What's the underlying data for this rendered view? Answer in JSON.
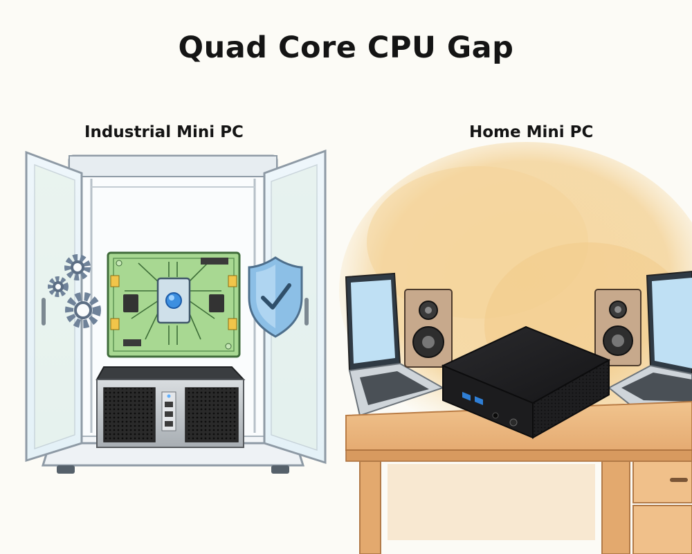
{
  "title": "Quad Core CPU Gap",
  "panels": {
    "left": {
      "label": "Industrial Mini PC",
      "icons": [
        "gear-icon",
        "circuit-board-icon",
        "shield-check-icon"
      ]
    },
    "right": {
      "label": "Home Mini PC",
      "icons": [
        "laptop-icon",
        "speaker-icon",
        "mini-pc-icon"
      ]
    }
  },
  "colors": {
    "background": "#fcfbf6",
    "title_text": "#141414",
    "board_green": "#9fd28a",
    "shield_blue": "#6aa7d8",
    "chip_blue": "#3d8fe0",
    "watercolor_orange": "#f3cf8f",
    "desk_wood": "#e8b27c",
    "device_black": "#1c1c1e",
    "usb_blue": "#2f7fd6"
  }
}
